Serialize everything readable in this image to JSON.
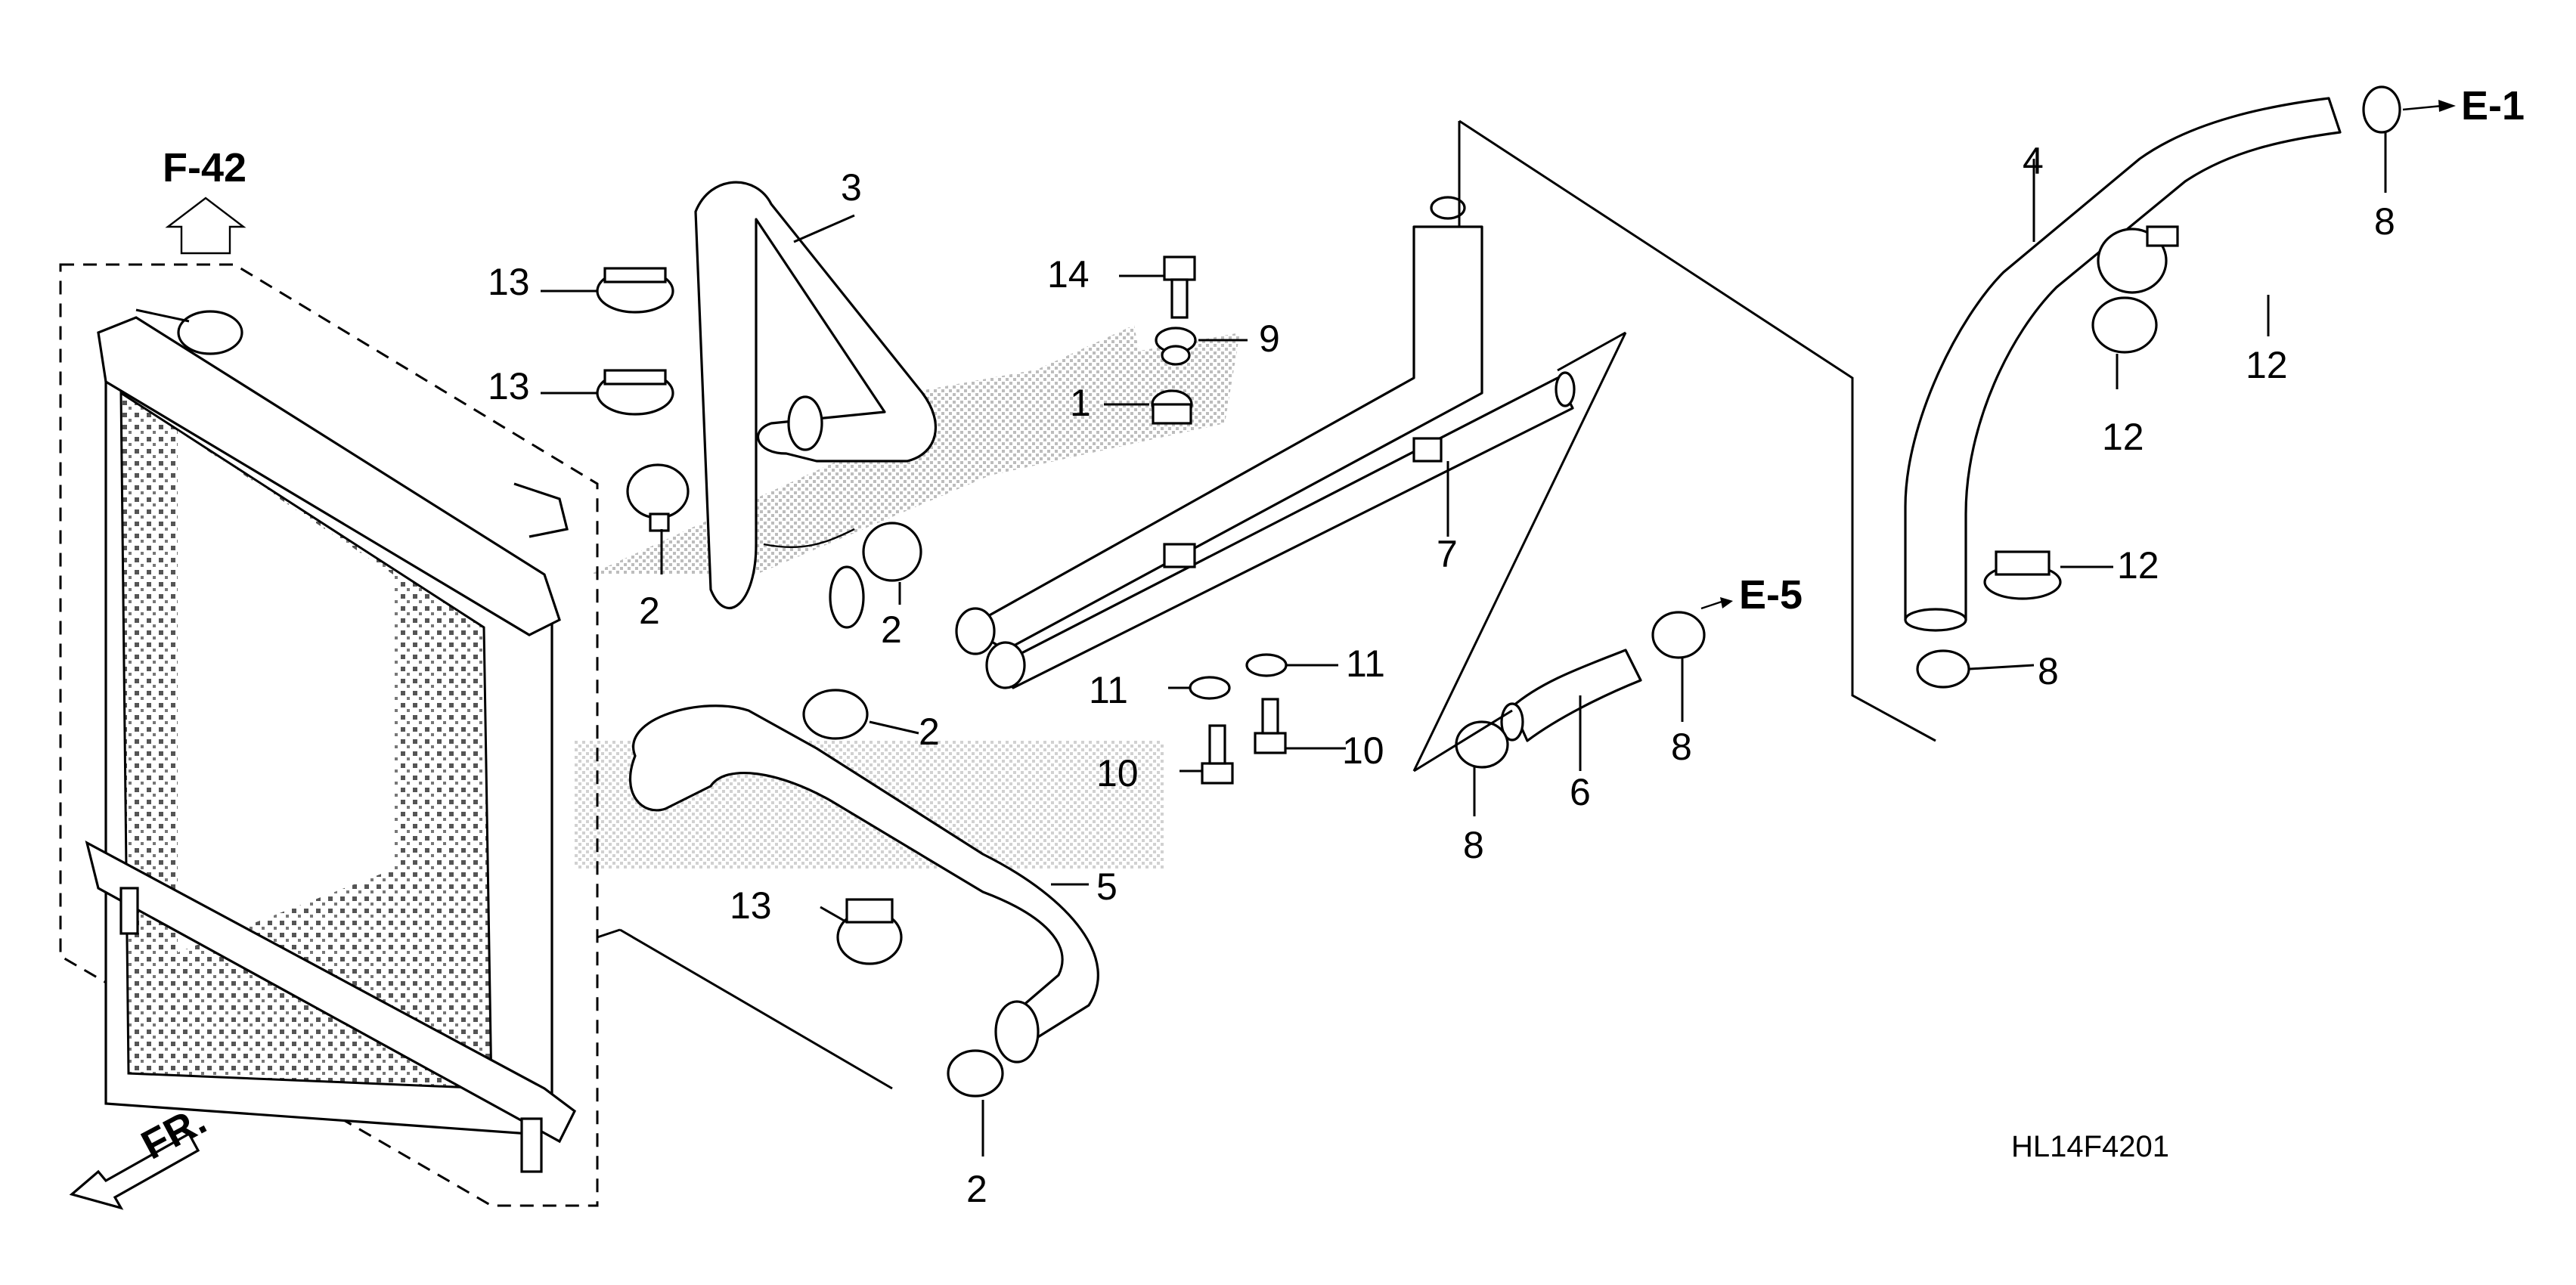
{
  "diagram": {
    "refs": {
      "f42": "F-42",
      "e5": "E-5",
      "e1": "E-1",
      "front": "FR."
    },
    "callouts": {
      "c1": "1",
      "c2a": "2",
      "c2b": "2",
      "c2c": "2",
      "c2d": "2",
      "c3": "3",
      "c4": "4",
      "c5": "5",
      "c6": "6",
      "c7": "7",
      "c8a": "8",
      "c8b": "8",
      "c8c": "8",
      "c8d": "8",
      "c9": "9",
      "c10a": "10",
      "c10b": "10",
      "c11a": "11",
      "c11b": "11",
      "c12a": "12",
      "c12b": "12",
      "c12c": "12",
      "c13a": "13",
      "c13b": "13",
      "c13c": "13",
      "c14": "14"
    },
    "diagram_code": "HL14F4201"
  },
  "colors": {
    "line": "#000000",
    "background": "#ffffff",
    "watermark": "#b0b0b0"
  }
}
